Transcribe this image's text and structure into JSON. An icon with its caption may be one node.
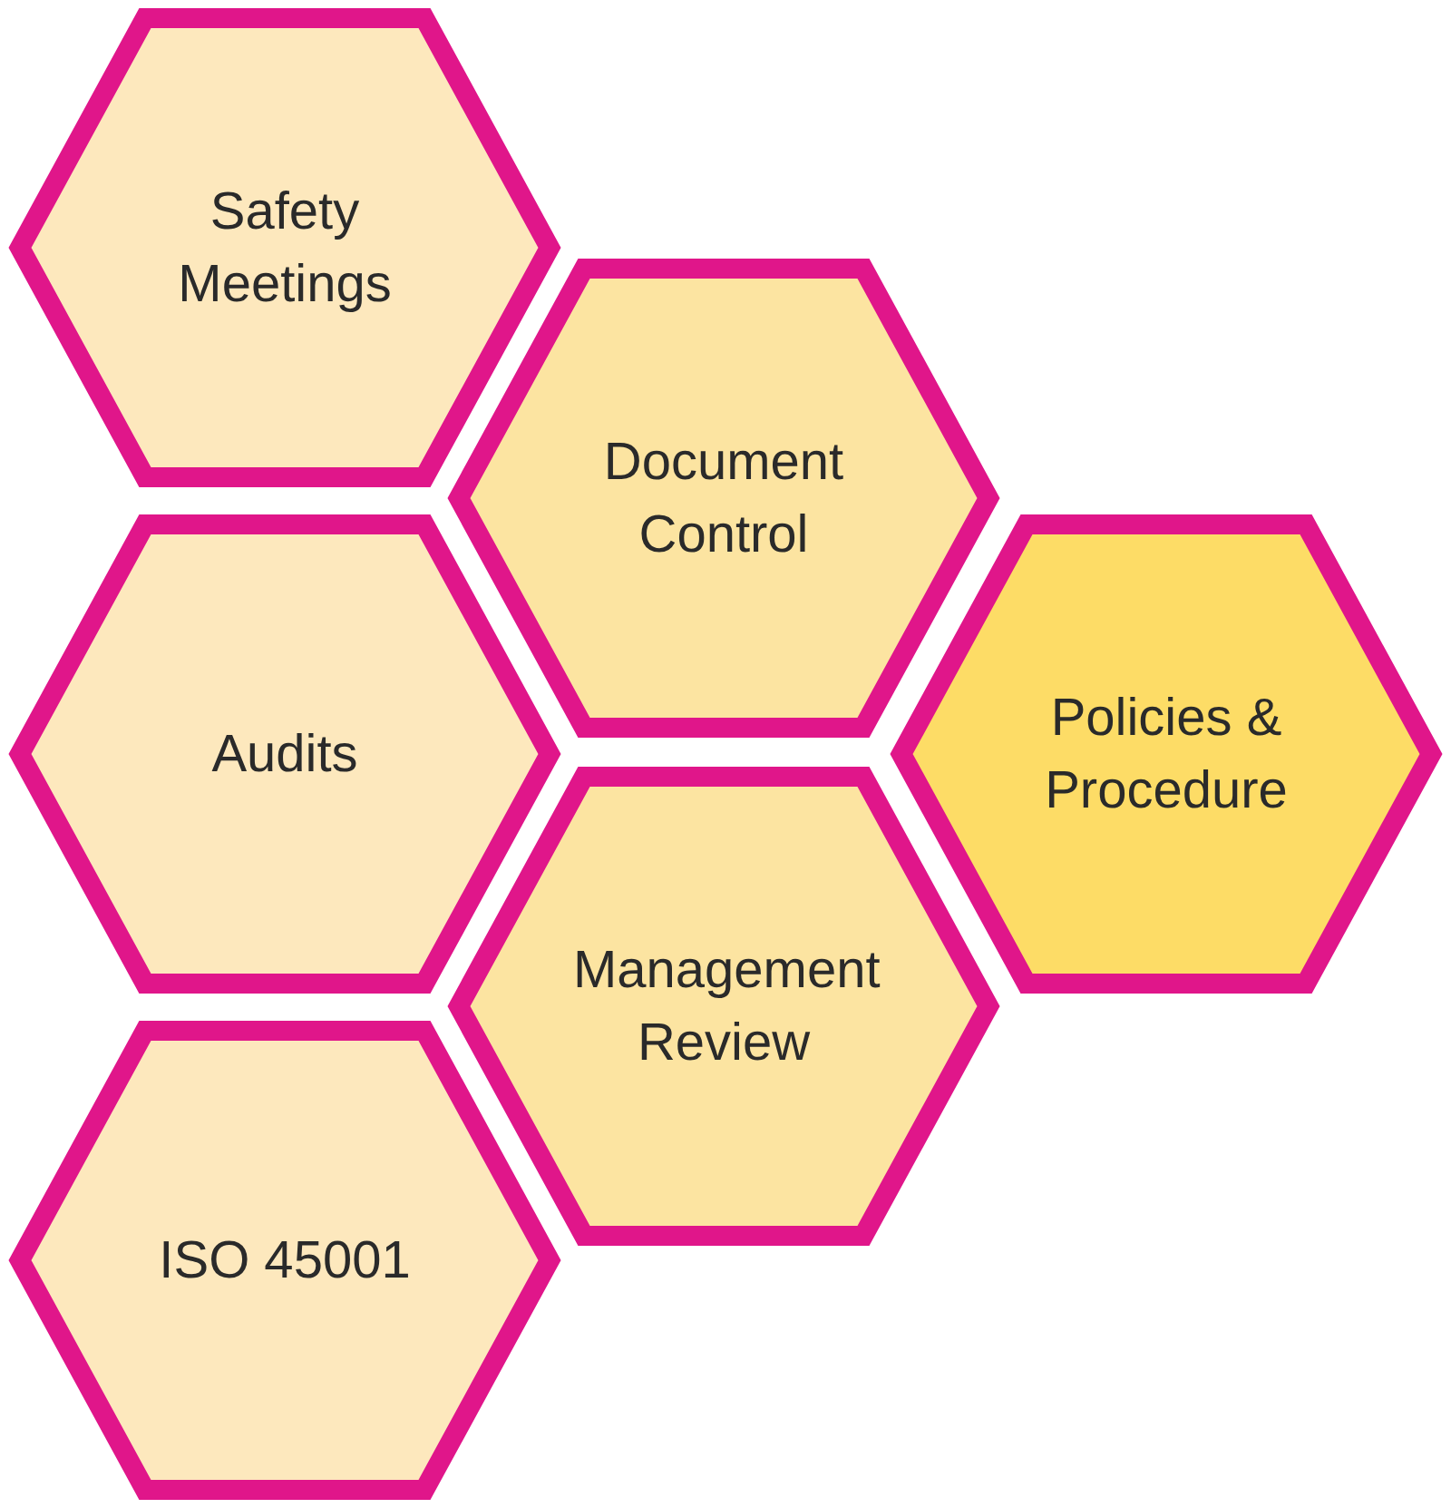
{
  "diagram": {
    "nodes": [
      {
        "text": [
          "Safety Meetings"
        ]
      },
      {
        "text": [
          "Document Control"
        ]
      },
      {
        "text": [
          "Audits"
        ]
      },
      {
        "text": [
          "Policies & Procedure"
        ]
      },
      {
        "text": [
          "Management Review"
        ]
      },
      {
        "text": [
          "ISO 45001"
        ]
      }
    ],
    "edges": []
  }
}
